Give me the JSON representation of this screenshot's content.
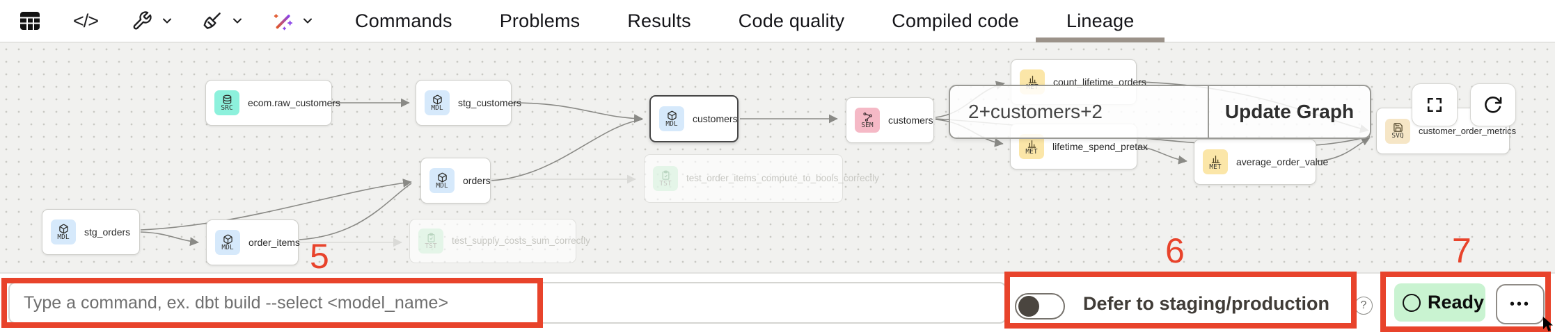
{
  "toolbar": {
    "icons": [
      "table-icon",
      "code-icon",
      "wrench-icon",
      "broom-icon",
      "magic-wand-icon"
    ],
    "code_glyph": "</>"
  },
  "tabs": [
    {
      "label": "Commands",
      "active": false
    },
    {
      "label": "Problems",
      "active": false
    },
    {
      "label": "Results",
      "active": false
    },
    {
      "label": "Code quality",
      "active": false
    },
    {
      "label": "Compiled code",
      "active": false
    },
    {
      "label": "Lineage",
      "active": true
    }
  ],
  "graph": {
    "nodes": [
      {
        "label": "ecom.raw_customers",
        "type": "SRC"
      },
      {
        "label": "stg_customers",
        "type": "MDL"
      },
      {
        "label": "customers",
        "type": "MDL",
        "selected": true
      },
      {
        "label": "customers",
        "type": "SEM"
      },
      {
        "label": "count_lifetime_orders",
        "type": "MET"
      },
      {
        "label": "lifetime_spend_pretax",
        "type": "MET"
      },
      {
        "label": "average_order_value",
        "type": "MET"
      },
      {
        "label": "customer_order_metrics",
        "type": "SVQ"
      },
      {
        "label": "orders",
        "type": "MDL"
      },
      {
        "label": "stg_orders",
        "type": "MDL"
      },
      {
        "label": "order_items",
        "type": "MDL"
      },
      {
        "label": "test_order_items_compute_to_bools_correctly",
        "type": "TST",
        "faded": true
      },
      {
        "label": "test_supply_costs_sum_correctly",
        "type": "TST",
        "faded": true
      }
    ],
    "overlay": {
      "query": "2+customers+2",
      "action": "Update Graph"
    },
    "controls": [
      "fullscreen-icon",
      "refresh-icon"
    ]
  },
  "bottom_bar": {
    "command_placeholder": "Type a command, ex. dbt build --select <model_name>",
    "defer_label": "Defer to staging/production",
    "help_glyph": "?",
    "ready_label": "Ready",
    "more_glyph": "•••"
  },
  "annotations": {
    "n5": "5",
    "n6": "6",
    "n7": "7"
  },
  "colors": {
    "annotation_red": "#e8432b",
    "ready_green_bg": "#c9f3d1",
    "badge_src": "#8df1dc",
    "badge_mdl": "#d6e9fb",
    "badge_sem": "#f5b9c6",
    "badge_met": "#fbe6a8",
    "badge_svq": "#f6e6c6",
    "badge_tst": "#d2f0db",
    "canvas_bg": "#f1f1ef"
  }
}
